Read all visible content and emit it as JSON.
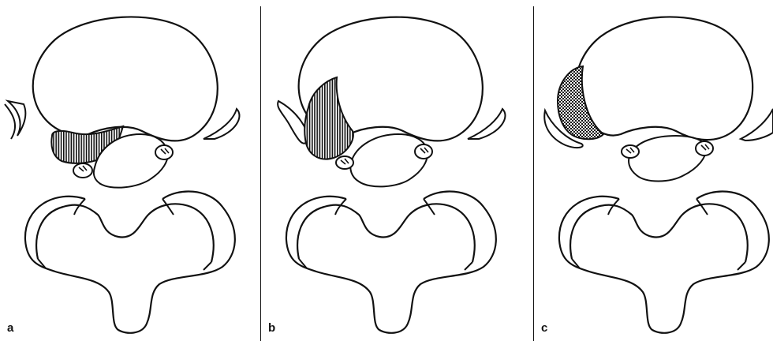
{
  "panels": [
    {
      "label": "a",
      "herniation_pattern": "vertical-hatch",
      "position": "posterolateral-left"
    },
    {
      "label": "b",
      "herniation_pattern": "vertical-hatch",
      "position": "lateral-left"
    },
    {
      "label": "c",
      "herniation_pattern": "cross-hatch",
      "position": "far-lateral-left"
    }
  ],
  "colors": {
    "ink": "#111111",
    "background": "#ffffff"
  }
}
